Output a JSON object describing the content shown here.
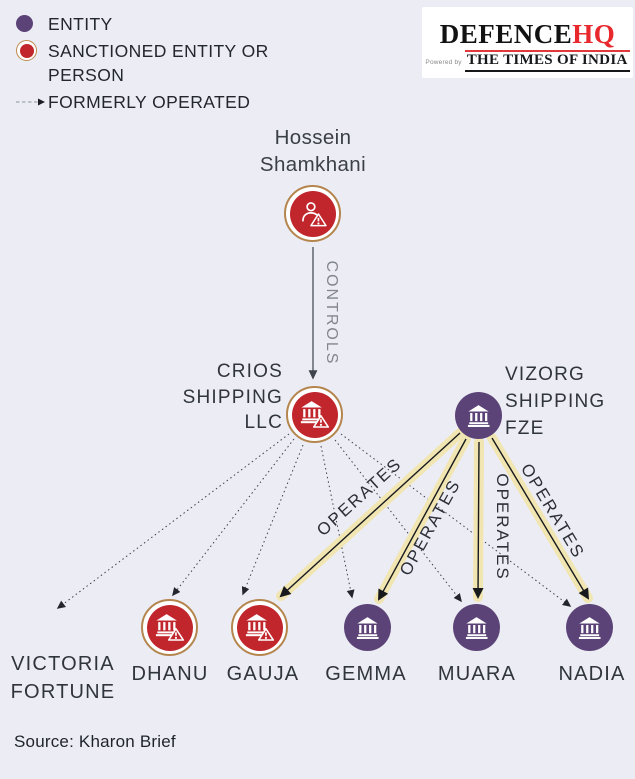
{
  "colors": {
    "background": "#ecedf4",
    "entity_purple": "#5c4377",
    "sanctioned_red": "#c0262c",
    "ring_gold": "#b5854e",
    "operates_glow": "#f1e5b2",
    "brand_accent_red": "#e8282c"
  },
  "legend": {
    "entity_label": "ENTITY",
    "sanctioned_label": "SANCTIONED ENTITY OR PERSON",
    "formerly_operated_label": "FORMERLY OPERATED"
  },
  "logo": {
    "brand_primary": "DEFENCE",
    "brand_accent": "HQ",
    "powered_by": "Powered by",
    "publisher": "THE TIMES OF INDIA"
  },
  "nodes": {
    "hossein_shamkhani": {
      "type": "sanctioned-person",
      "lines": [
        "Hossein",
        "Shamkhani"
      ]
    },
    "crios": {
      "type": "sanctioned-entity",
      "lines": [
        "CRIOS",
        "SHIPPING",
        "LLC"
      ]
    },
    "vizorg": {
      "type": "entity",
      "lines": [
        "VIZORG",
        "SHIPPING",
        "FZE"
      ]
    },
    "victoria_fortune": {
      "type": "label-only",
      "lines": [
        "VICTORIA",
        "FORTUNE"
      ]
    },
    "dhanu": {
      "type": "sanctioned-entity",
      "label": "DHANU"
    },
    "gauja": {
      "type": "sanctioned-entity",
      "label": "GAUJA"
    },
    "gemma": {
      "type": "entity",
      "label": "GEMMA"
    },
    "muara": {
      "type": "entity",
      "label": "MUARA"
    },
    "nadia": {
      "type": "entity",
      "label": "NADIA"
    }
  },
  "edges": {
    "controls": {
      "label": "CONTROLS",
      "from": "Hossein Shamkhani",
      "to": "CRIOS SHIPPING LLC",
      "style": "solid"
    },
    "operates": [
      {
        "label": "OPERATES",
        "from": "VIZORG SHIPPING FZE",
        "to": "GAUJA"
      },
      {
        "label": "OPERATES",
        "from": "VIZORG SHIPPING FZE",
        "to": "GEMMA"
      },
      {
        "label": "OPERATES",
        "from": "VIZORG SHIPPING FZE",
        "to": "MUARA"
      },
      {
        "label": "OPERATES",
        "from": "VIZORG SHIPPING FZE",
        "to": "NADIA"
      }
    ],
    "formerly_operated": [
      {
        "from": "CRIOS SHIPPING LLC",
        "to": "VICTORIA FORTUNE"
      },
      {
        "from": "CRIOS SHIPPING LLC",
        "to": "DHANU"
      },
      {
        "from": "CRIOS SHIPPING LLC",
        "to": "GAUJA"
      },
      {
        "from": "CRIOS SHIPPING LLC",
        "to": "GEMMA"
      },
      {
        "from": "CRIOS SHIPPING LLC",
        "to": "MUARA"
      },
      {
        "from": "CRIOS SHIPPING LLC",
        "to": "NADIA"
      }
    ]
  },
  "footer": {
    "source": "Source: Kharon Brief"
  }
}
